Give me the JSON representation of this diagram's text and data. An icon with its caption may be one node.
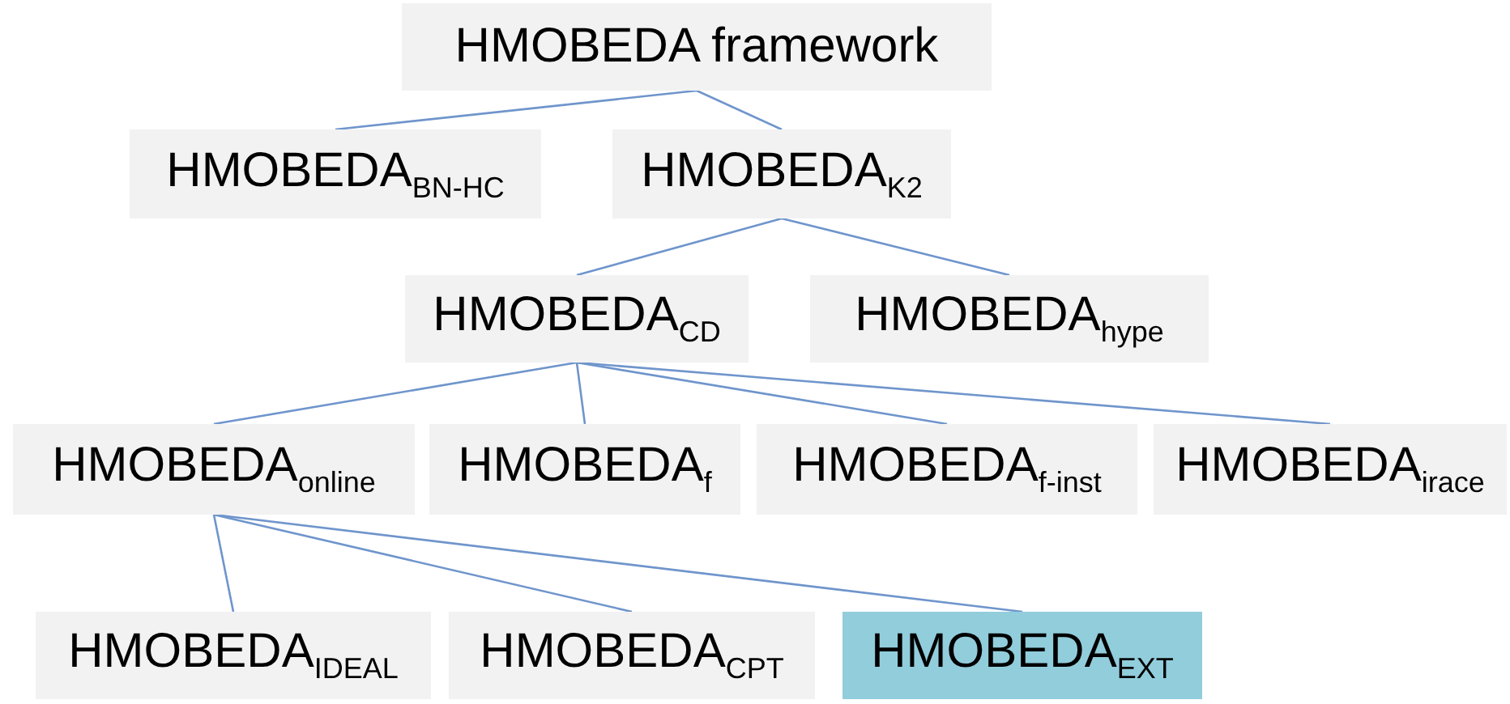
{
  "diagram": {
    "nodes": [
      {
        "text": [
          "HMOBEDA framework"
        ]
      },
      {
        "text": [
          "HMOBEDA$_{BN-HC}$"
        ]
      },
      {
        "text": [
          "HMOBEDA$_{K2}$"
        ]
      },
      {
        "text": [
          "HMOBEDA$_{CD}$"
        ]
      },
      {
        "text": [
          "HMOBEDA$_{hype}$"
        ]
      },
      {
        "text": [
          "HMOBEDA$_{online}$"
        ]
      },
      {
        "text": [
          "HMOBEDA$_{f}$"
        ]
      },
      {
        "text": [
          "HMOBEDA$_{f-inst}$"
        ]
      },
      {
        "text": [
          "HMOBEDA$_{irace}$"
        ]
      },
      {
        "text": [
          "HMOBEDA$_{IDEAL}$"
        ]
      },
      {
        "text": [
          "HMOBEDA$_{CPT}$"
        ]
      },
      {
        "text": [
          "HMOBEDA$_{EXT}$"
        ]
      }
    ],
    "edges": [
      {
        "from": 0,
        "to": 1,
        "arrow": "none"
      },
      {
        "from": 0,
        "to": 2,
        "arrow": "none"
      },
      {
        "from": 2,
        "to": 3,
        "arrow": "none"
      },
      {
        "from": 2,
        "to": 4,
        "arrow": "none"
      },
      {
        "from": 3,
        "to": 5,
        "arrow": "none"
      },
      {
        "from": 3,
        "to": 6,
        "arrow": "none"
      },
      {
        "from": 3,
        "to": 7,
        "arrow": "none"
      },
      {
        "from": 3,
        "to": 8,
        "arrow": "none"
      },
      {
        "from": 5,
        "to": 9,
        "arrow": "none"
      },
      {
        "from": 5,
        "to": 10,
        "arrow": "none"
      },
      {
        "from": 5,
        "to": 11,
        "arrow": "none"
      }
    ]
  }
}
